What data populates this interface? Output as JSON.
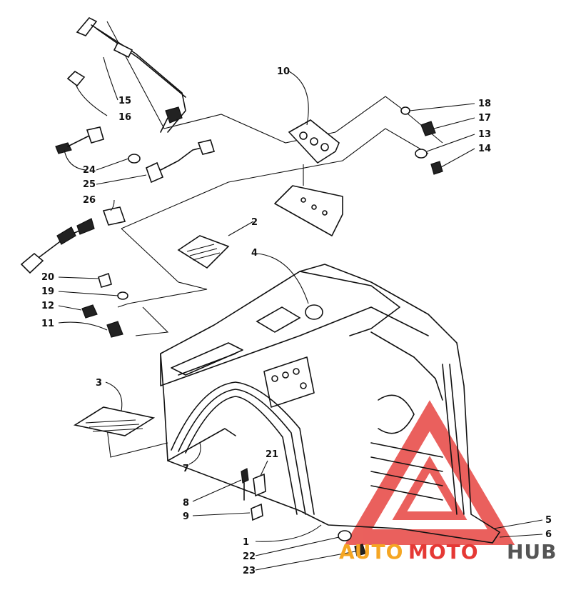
{
  "diagram": {
    "callouts": [
      {
        "id": "c1",
        "label": "1"
      },
      {
        "id": "c2",
        "label": "2"
      },
      {
        "id": "c3",
        "label": "3"
      },
      {
        "id": "c4",
        "label": "4"
      },
      {
        "id": "c5",
        "label": "5"
      },
      {
        "id": "c6",
        "label": "6"
      },
      {
        "id": "c7",
        "label": "7"
      },
      {
        "id": "c8",
        "label": "8"
      },
      {
        "id": "c9",
        "label": "9"
      },
      {
        "id": "c10",
        "label": "10"
      },
      {
        "id": "c11",
        "label": "11"
      },
      {
        "id": "c12",
        "label": "12"
      },
      {
        "id": "c13",
        "label": "13"
      },
      {
        "id": "c14",
        "label": "14"
      },
      {
        "id": "c15",
        "label": "15"
      },
      {
        "id": "c16",
        "label": "16"
      },
      {
        "id": "c17",
        "label": "17"
      },
      {
        "id": "c18",
        "label": "18"
      },
      {
        "id": "c19",
        "label": "19"
      },
      {
        "id": "c20",
        "label": "20"
      },
      {
        "id": "c21",
        "label": "21"
      },
      {
        "id": "c22",
        "label": "22"
      },
      {
        "id": "c23",
        "label": "23"
      },
      {
        "id": "c24",
        "label": "24"
      },
      {
        "id": "c25",
        "label": "25"
      },
      {
        "id": "c26",
        "label": "26"
      }
    ]
  },
  "watermark": {
    "part1": "AUTO",
    "part2": "MOTO",
    "part3": "HUB",
    "color_red": "#e53935",
    "color_orange": "#f5a623",
    "color_gray": "#555555"
  }
}
